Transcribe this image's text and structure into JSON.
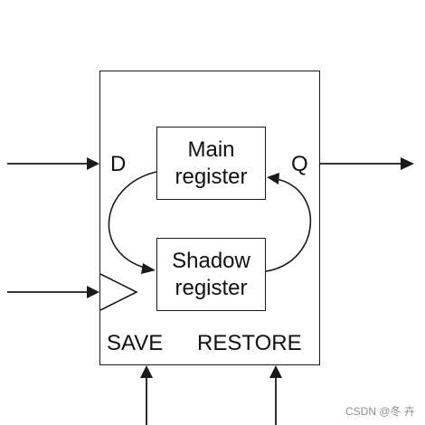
{
  "main_register": {
    "line1": "Main",
    "line2": "register"
  },
  "shadow_register": {
    "line1": "Shadow",
    "line2": "register"
  },
  "ports": {
    "d": "D",
    "q": "Q",
    "save": "SAVE",
    "restore": "RESTORE"
  },
  "watermark": "CSDN @冬 卉",
  "colors": {
    "stroke": "#1a1a1a",
    "text": "#111111",
    "watermark": "#8c8c8c"
  }
}
